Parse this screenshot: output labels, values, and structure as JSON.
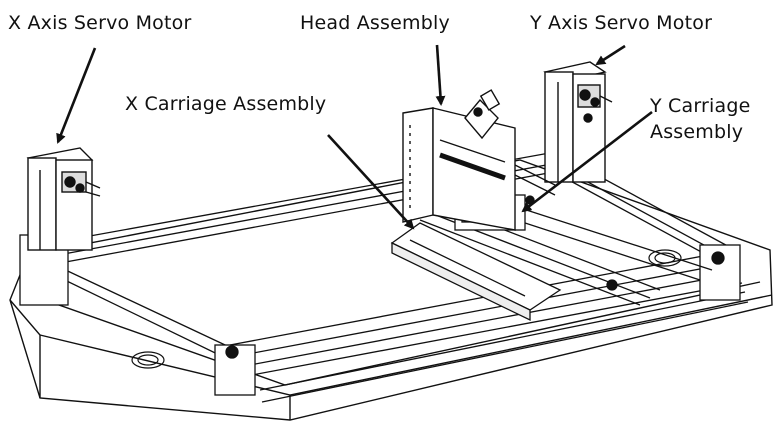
{
  "labels": {
    "x_axis_servo_motor": "X Axis Servo Motor",
    "head_assembly": "Head Assembly",
    "y_axis_servo_motor": "Y Axis Servo Motor",
    "x_carriage_assembly": "X Carriage Assembly",
    "y_carriage_line1": "Y Carriage",
    "y_carriage_line2": "Assembly"
  },
  "colors": {
    "ink": "#111111",
    "paper": "#ffffff",
    "shade": "#d9d9d9"
  }
}
